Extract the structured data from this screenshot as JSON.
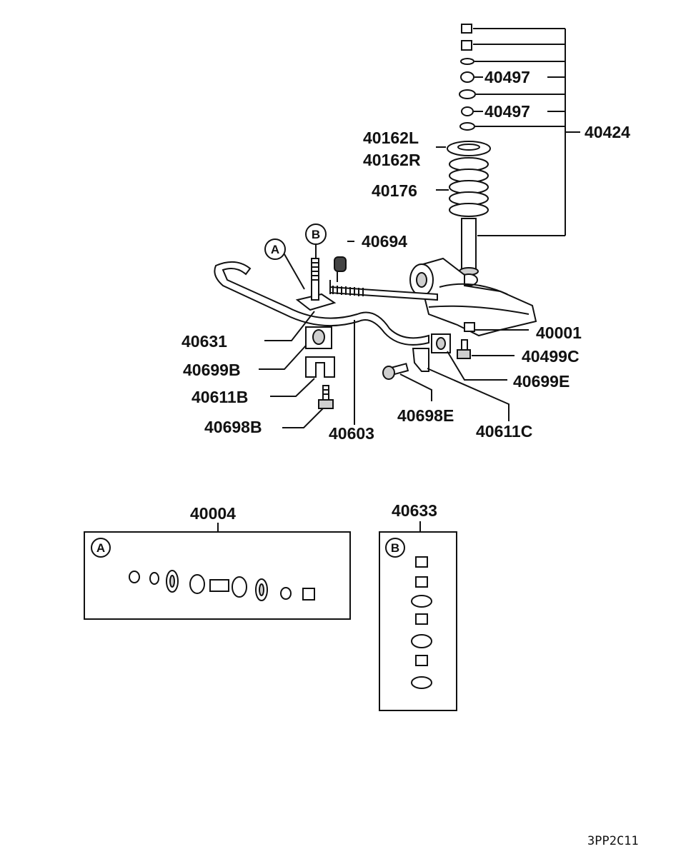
{
  "diagram": {
    "parts": {
      "p40424": "40424",
      "p40497a": "40497",
      "p40497b": "40497",
      "p40162L": "40162L",
      "p40162R": "40162R",
      "p40176": "40176",
      "p40694": "40694",
      "p40001": "40001",
      "p40631": "40631",
      "p40499C": "40499C",
      "p40699B": "40699B",
      "p40699E": "40699E",
      "p40611B": "40611B",
      "p40698E": "40698E",
      "p40611C": "40611C",
      "p40698B": "40698B",
      "p40603": "40603",
      "p40004": "40004",
      "p40633": "40633"
    },
    "callouts": {
      "a": "A",
      "b": "B"
    },
    "figure_code": "3PP2C11"
  }
}
